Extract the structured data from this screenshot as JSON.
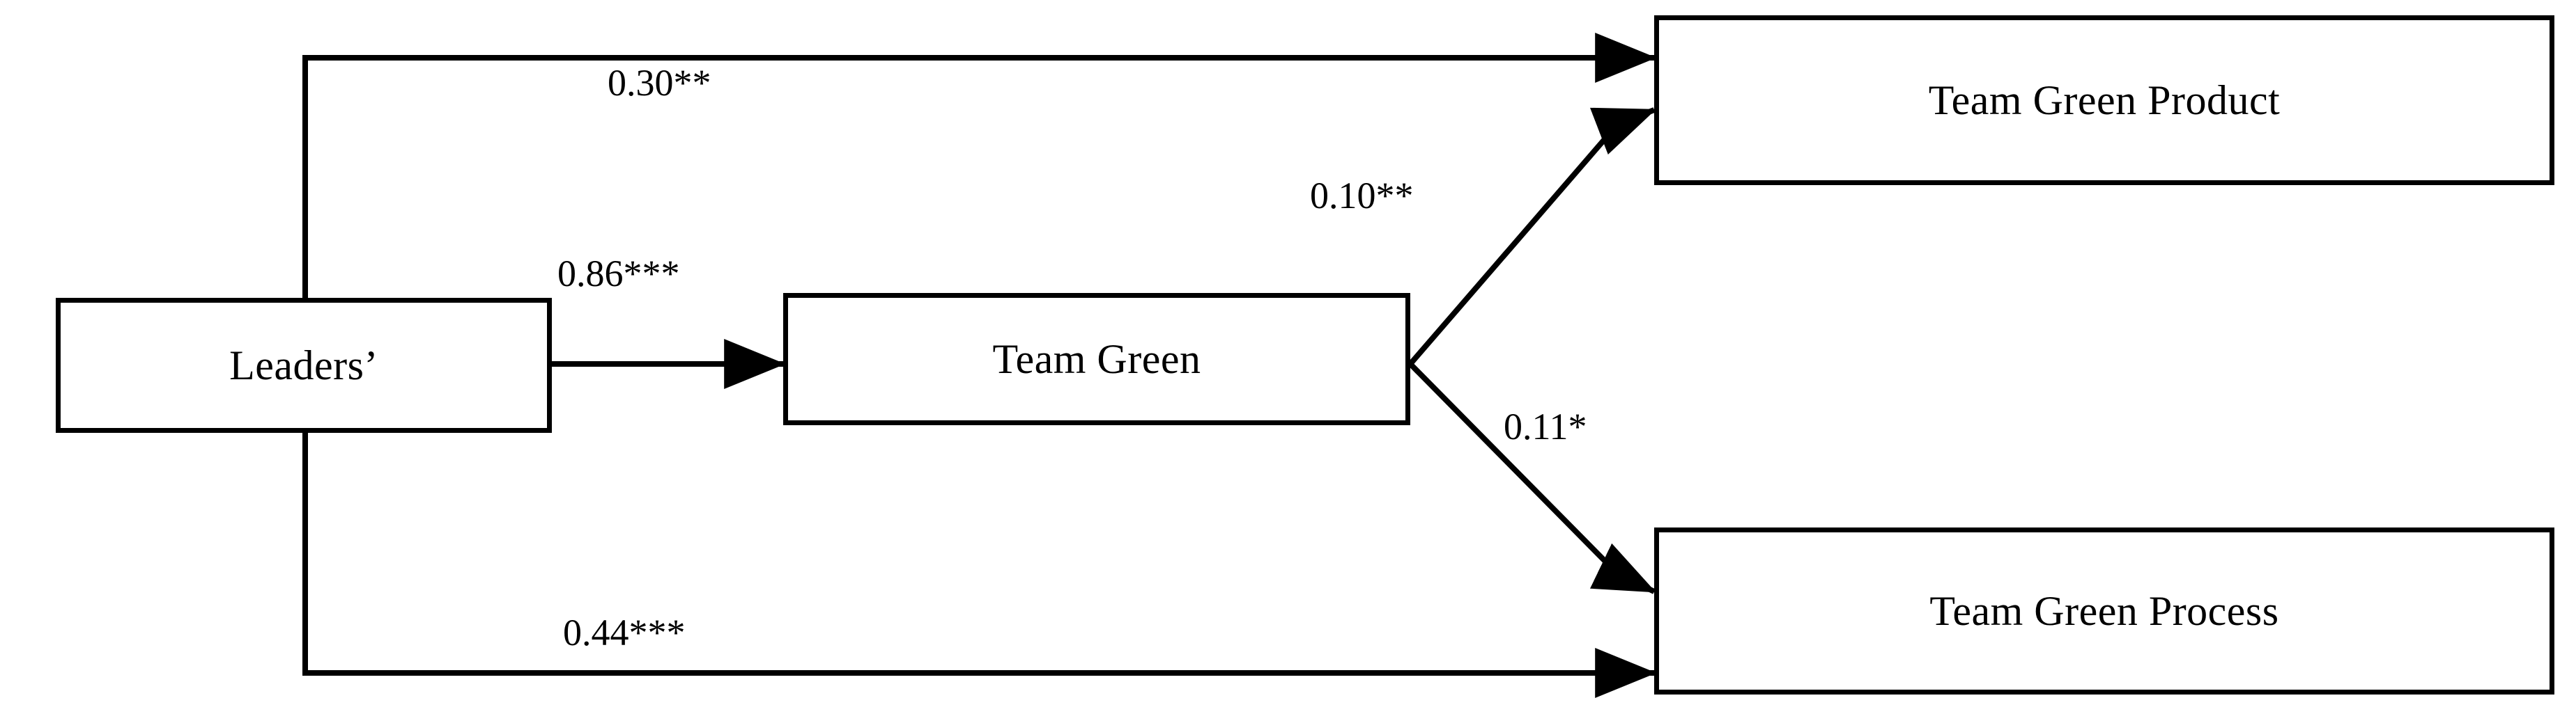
{
  "figure": {
    "type": "path-diagram",
    "title": "",
    "background_color": "#ffffff",
    "line_color": "#000000",
    "text_color": "#000000"
  },
  "nodes": [
    {
      "id": "leaders",
      "label": "Leaders’"
    },
    {
      "id": "team_green",
      "label": "Team Green"
    },
    {
      "id": "green_product",
      "label": "Team Green Product"
    },
    {
      "id": "green_process",
      "label": "Team Green Process"
    }
  ],
  "paths": [
    {
      "id": "leaders_to_product",
      "from": "Leaders’",
      "to": "Team Green Product",
      "coefficient": "0.30",
      "stars": "**",
      "label": "0.30**"
    },
    {
      "id": "leaders_to_team_green",
      "from": "Leaders’",
      "to": "Team Green",
      "coefficient": "0.86",
      "stars": "***",
      "label": "0.86***"
    },
    {
      "id": "team_green_to_product",
      "from": "Team Green",
      "to": "Team Green Product",
      "coefficient": "0.10",
      "stars": "**",
      "label": "0.10**"
    },
    {
      "id": "team_green_to_process",
      "from": "Team Green",
      "to": "Team Green Process",
      "coefficient": "0.11",
      "stars": "*",
      "label": "0.11*"
    },
    {
      "id": "leaders_to_process",
      "from": "Leaders’",
      "to": "Team Green Process",
      "coefficient": "0.44",
      "stars": "***",
      "label": "0.44***"
    }
  ],
  "chart_data": {
    "type": "diagram",
    "nodes": [
      "Leaders’",
      "Team Green",
      "Team Green Product",
      "Team Green Process"
    ],
    "edges": [
      {
        "source": "Leaders’",
        "target": "Team Green Product",
        "value": 0.3,
        "significance": "**",
        "label": "0.30**"
      },
      {
        "source": "Leaders’",
        "target": "Team Green",
        "value": 0.86,
        "significance": "***",
        "label": "0.86***"
      },
      {
        "source": "Team Green",
        "target": "Team Green Product",
        "value": 0.1,
        "significance": "**",
        "label": "0.10**"
      },
      {
        "source": "Team Green",
        "target": "Team Green Process",
        "value": 0.11,
        "significance": "*",
        "label": "0.11*"
      },
      {
        "source": "Leaders’",
        "target": "Team Green Process",
        "value": 0.44,
        "significance": "***",
        "label": "0.44***"
      }
    ]
  }
}
